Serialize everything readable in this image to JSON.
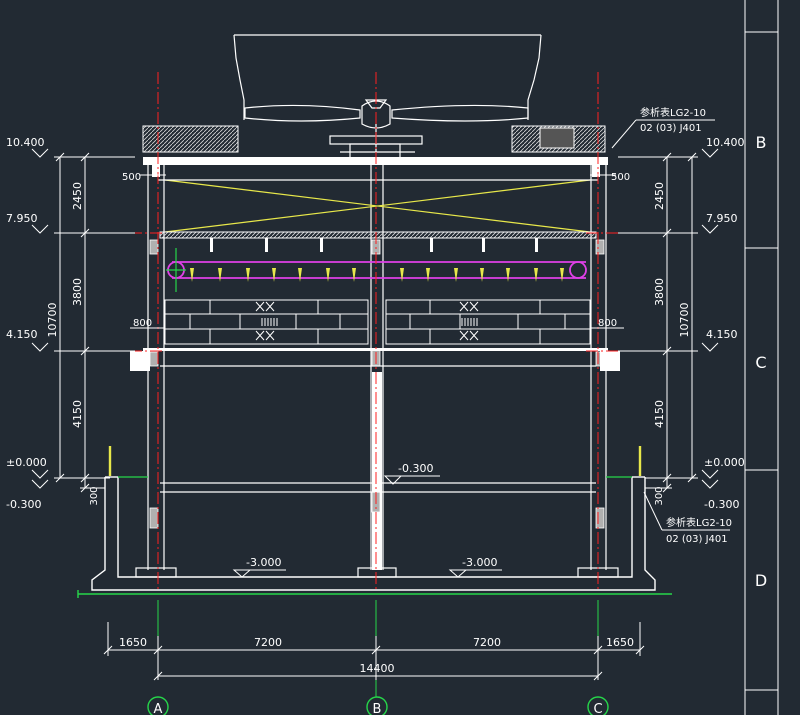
{
  "colors": {
    "background": "#222a33",
    "structure": "#ffffff",
    "grey": "#a8a8a8",
    "axis": "#ff2020",
    "dim": "#ffffff",
    "brace": "#e8e84a",
    "pipe": "#e040e8",
    "ground": "#26d64a",
    "marker": "#e8e84a"
  },
  "elevations": {
    "top": "10.400",
    "fill_top": "7.950",
    "fill_bottom": "4.150",
    "ground": "±0.000",
    "below_ground": "-0.300",
    "floor": "-0.300",
    "pit_left": "-3.000",
    "pit_right": "-3.000"
  },
  "dimensions": {
    "upper_zone": "2450",
    "fill_zone": "3800",
    "lower_zone": "4150",
    "overall_height": "10700",
    "offset_300": "300",
    "offset_500": "500",
    "offset_800": "800",
    "bay_edge": "1650",
    "bay_main": "7200",
    "total_span": "14400"
  },
  "callouts": {
    "top_ref_a": "参析表LG2-10",
    "top_ref_b": "02 (03) J401",
    "bottom_ref_a": "参析表LG2-10",
    "bottom_ref_b": "02 (03) J401"
  },
  "grid_axes": [
    "A",
    "B",
    "C"
  ],
  "title_block": [
    "B",
    "C",
    "D"
  ]
}
